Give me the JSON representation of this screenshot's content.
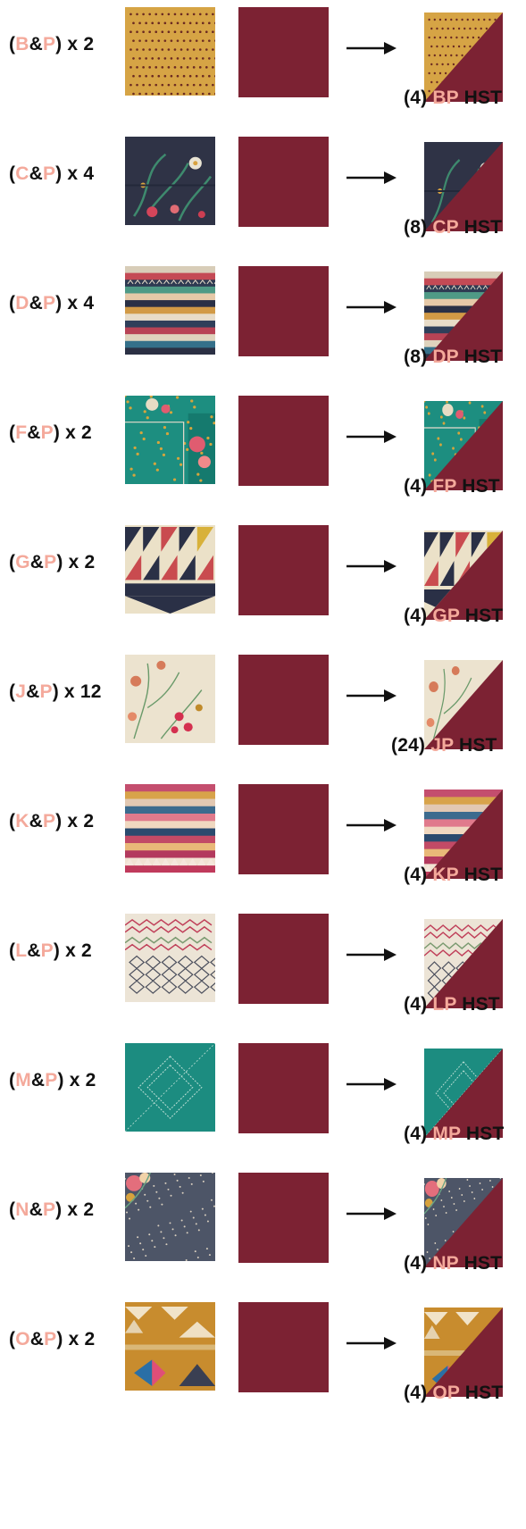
{
  "colors": {
    "accent": "#f4a99b",
    "solid": "#7c2233",
    "text": "#111111"
  },
  "rows": [
    {
      "a": "B",
      "b": "P",
      "amp": "&",
      "mult": "x 2",
      "count": "(4)",
      "code": "BP",
      "hst": "HST",
      "fabric": "dots"
    },
    {
      "a": "C",
      "b": "P",
      "amp": "&",
      "mult": "x 4",
      "count": "(8)",
      "code": "CP",
      "hst": "HST",
      "fabric": "navy-floral"
    },
    {
      "a": "D",
      "b": "P",
      "amp": "&",
      "mult": "x 4",
      "count": "(8)",
      "code": "DP",
      "hst": "HST",
      "fabric": "stripes"
    },
    {
      "a": "F",
      "b": "P",
      "amp": "&",
      "mult": "x 2",
      "count": "(4)",
      "code": "FP",
      "hst": "HST",
      "fabric": "teal-floral"
    },
    {
      "a": "G",
      "b": "P",
      "amp": "&",
      "mult": "x 2",
      "count": "(4)",
      "code": "GP",
      "hst": "HST",
      "fabric": "triangles"
    },
    {
      "a": "J",
      "b": "P",
      "amp": "&",
      "mult": "x 12",
      "count": "(24)",
      "code": "JP",
      "hst": "HST",
      "fabric": "cream-floral"
    },
    {
      "a": "K",
      "b": "P",
      "amp": "&",
      "mult": "x 2",
      "count": "(4)",
      "code": "KP",
      "hst": "HST",
      "fabric": "pink-stripes"
    },
    {
      "a": "L",
      "b": "P",
      "amp": "&",
      "mult": "x 2",
      "count": "(4)",
      "code": "LP",
      "hst": "HST",
      "fabric": "cream-zigzag"
    },
    {
      "a": "M",
      "b": "P",
      "amp": "&",
      "mult": "x 2",
      "count": "(4)",
      "code": "MP",
      "hst": "HST",
      "fabric": "teal-diamond"
    },
    {
      "a": "N",
      "b": "P",
      "amp": "&",
      "mult": "x 2",
      "count": "(4)",
      "code": "NP",
      "hst": "HST",
      "fabric": "gray-speckle"
    },
    {
      "a": "O",
      "b": "P",
      "amp": "&",
      "mult": "x 2",
      "count": "(4)",
      "code": "OP",
      "hst": "HST",
      "fabric": "mustard-geo"
    }
  ]
}
